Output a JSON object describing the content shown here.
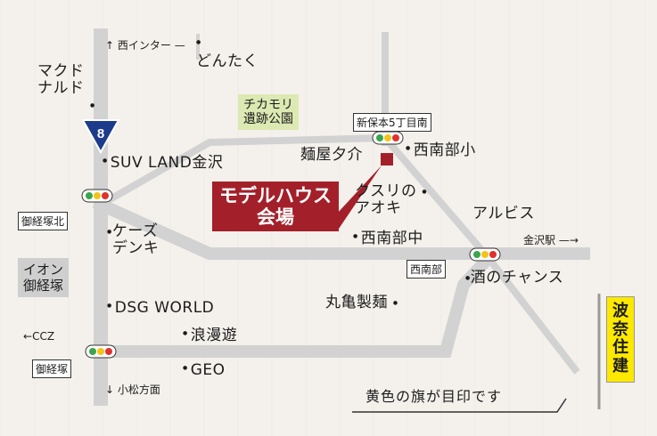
{
  "colors": {
    "road": "#d2d2d2",
    "route_shield": "#1d3b8b",
    "venue": "#a3202a",
    "flag": "#fde800",
    "park": "#dce9b3",
    "mall": "#cfcfcf"
  },
  "route_number": "8",
  "venue": {
    "line1": "モデルハウス",
    "line2": "会場"
  },
  "park": {
    "line1": "チカモリ",
    "line2": "遺跡公園"
  },
  "mall": {
    "line1": "イオン",
    "line2": "御経塚"
  },
  "flag_text": "波奈住建",
  "footer_note": "黄色の旗が目印です",
  "intersections": {
    "shinbo": "新保本5丁目南",
    "okyozuka_kita": "御経塚北",
    "seinanbu": "西南部",
    "okyozuka": "御経塚"
  },
  "directions": {
    "nishi_ic": "西インター",
    "komatsu": "小松方面",
    "kanazawa_st": "金沢駅",
    "ccz": "CCZ"
  },
  "landmarks": {
    "dontaku": "どんたく",
    "mcd_1": "マクド",
    "mcd_2": "ナルド",
    "suv_land": "SUV LAND金沢",
    "menya": "麺屋夕介",
    "seinanbu_sho": "西南部小",
    "kusuri_1": "クスリの",
    "kusuri_2": "アオキ",
    "keizu_1": "ケーズ",
    "keizu_2": "デンキ",
    "seinanbu_chu": "西南部中",
    "albis": "アルビス",
    "sake": "酒のチャンス",
    "marugame": "丸亀製麺",
    "dsg": "DSG WORLD",
    "romanyu": "浪漫遊",
    "geo": "GEO"
  }
}
